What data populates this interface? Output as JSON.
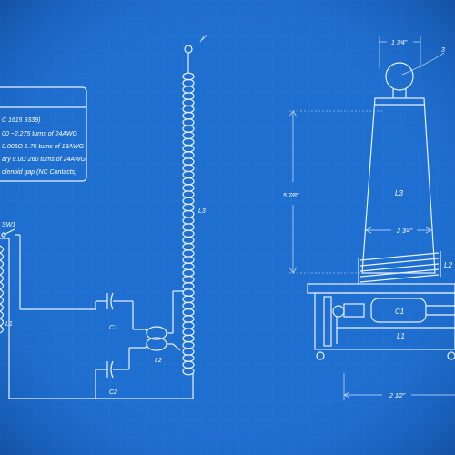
{
  "colors": {
    "background": "#1f6fd0",
    "line": "#e8f1ff",
    "grid": "#2d7be0"
  },
  "spec_box": {
    "lines": [
      "C 1615 9339)",
      "00 ~2,275 turns of 24AWG",
      "0.006Ω 1.75 turns of 18AWG",
      "ary 8.0Ω 260 turns of 24AWG",
      "olenoid gap (NC Contacts)"
    ]
  },
  "schematic": {
    "switch_label": "SW1",
    "coil1_label": "L1",
    "coil2_label": "L2",
    "coil3_label": "L3",
    "cap1_label": "C1",
    "cap2_label": "C2"
  },
  "drawing": {
    "top_width": "1 3⁄4\"",
    "callout_num": "3",
    "height_dim": "5 7⁄8\"",
    "mid_width": "2 3⁄4\"",
    "base_width": "2 1⁄2\"",
    "secondary_label": "L3",
    "primary_label": "L2",
    "cap_label": "C1",
    "base_coil_label": "L1"
  }
}
